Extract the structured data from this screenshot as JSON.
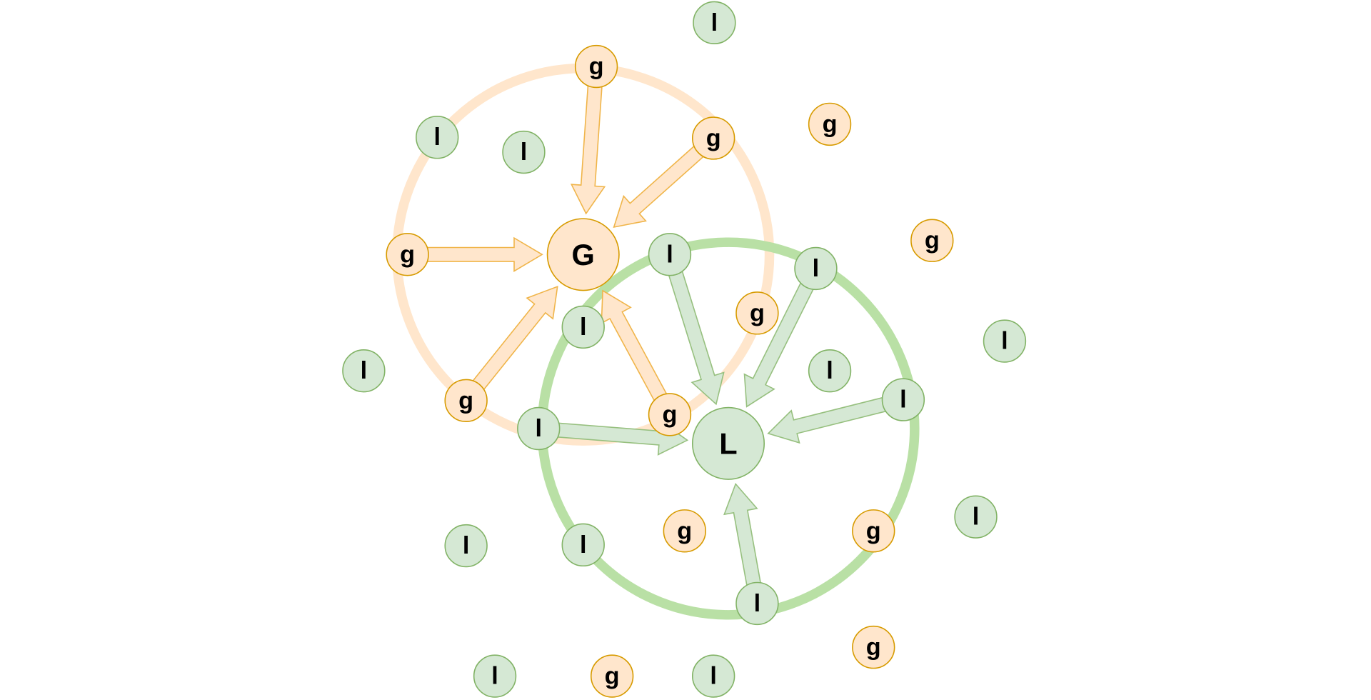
{
  "colors": {
    "orange_fill": "#ffe6cc",
    "orange_stroke": "#d79b00",
    "orange_ring": "#ffe6cc",
    "orange_arrow_fill": "#ffe6cc",
    "orange_arrow_stroke": "#f0b54a",
    "green_fill": "#d5e8d4",
    "green_stroke": "#82b366",
    "green_ring": "#b9e0a5",
    "green_arrow_fill": "#d5e8d4",
    "green_arrow_stroke": "#97c07f"
  },
  "hubs": [
    {
      "id": "G",
      "label": "G",
      "kind": "orange"
    },
    {
      "id": "L",
      "label": "L",
      "kind": "green"
    }
  ],
  "nodes": [
    {
      "id": "n1",
      "label": "l",
      "kind": "green"
    },
    {
      "id": "n2",
      "label": "g",
      "kind": "orange"
    },
    {
      "id": "n3",
      "label": "l",
      "kind": "green"
    },
    {
      "id": "n4",
      "label": "l",
      "kind": "green"
    },
    {
      "id": "n5",
      "label": "g",
      "kind": "orange"
    },
    {
      "id": "n6",
      "label": "g",
      "kind": "orange"
    },
    {
      "id": "n7",
      "label": "g",
      "kind": "orange"
    },
    {
      "id": "n8",
      "label": "g",
      "kind": "orange"
    },
    {
      "id": "n9",
      "label": "l",
      "kind": "green"
    },
    {
      "id": "n10",
      "label": "l",
      "kind": "green"
    },
    {
      "id": "n11",
      "label": "g",
      "kind": "orange"
    },
    {
      "id": "n12",
      "label": "l",
      "kind": "green"
    },
    {
      "id": "n13",
      "label": "l",
      "kind": "green"
    },
    {
      "id": "n14",
      "label": "l",
      "kind": "green"
    },
    {
      "id": "n15",
      "label": "g",
      "kind": "orange"
    },
    {
      "id": "n16",
      "label": "g",
      "kind": "orange"
    },
    {
      "id": "n17",
      "label": "l",
      "kind": "green"
    },
    {
      "id": "n18",
      "label": "l",
      "kind": "green"
    },
    {
      "id": "n19",
      "label": "l",
      "kind": "green"
    },
    {
      "id": "n20",
      "label": "l",
      "kind": "green"
    },
    {
      "id": "n21",
      "label": "g",
      "kind": "orange"
    },
    {
      "id": "n22",
      "label": "g",
      "kind": "orange"
    },
    {
      "id": "n23",
      "label": "l",
      "kind": "green"
    },
    {
      "id": "n24",
      "label": "l",
      "kind": "green"
    },
    {
      "id": "n25",
      "label": "l",
      "kind": "green"
    },
    {
      "id": "n26",
      "label": "g",
      "kind": "orange"
    },
    {
      "id": "n27",
      "label": "l",
      "kind": "green"
    },
    {
      "id": "n28",
      "label": "g",
      "kind": "orange"
    },
    {
      "id": "n29",
      "label": "l",
      "kind": "green"
    }
  ],
  "edges": [
    {
      "from": "n2",
      "to": "G",
      "kind": "orange"
    },
    {
      "from": "n6",
      "to": "G",
      "kind": "orange"
    },
    {
      "from": "n8",
      "to": "G",
      "kind": "orange"
    },
    {
      "from": "n15",
      "to": "G",
      "kind": "orange"
    },
    {
      "from": "n16",
      "to": "G",
      "kind": "orange"
    },
    {
      "from": "n9",
      "to": "L",
      "kind": "green"
    },
    {
      "from": "n10",
      "to": "L",
      "kind": "green"
    },
    {
      "from": "n14",
      "to": "L",
      "kind": "green"
    },
    {
      "from": "n17",
      "to": "L",
      "kind": "green"
    },
    {
      "from": "n25",
      "to": "L",
      "kind": "green"
    }
  ]
}
